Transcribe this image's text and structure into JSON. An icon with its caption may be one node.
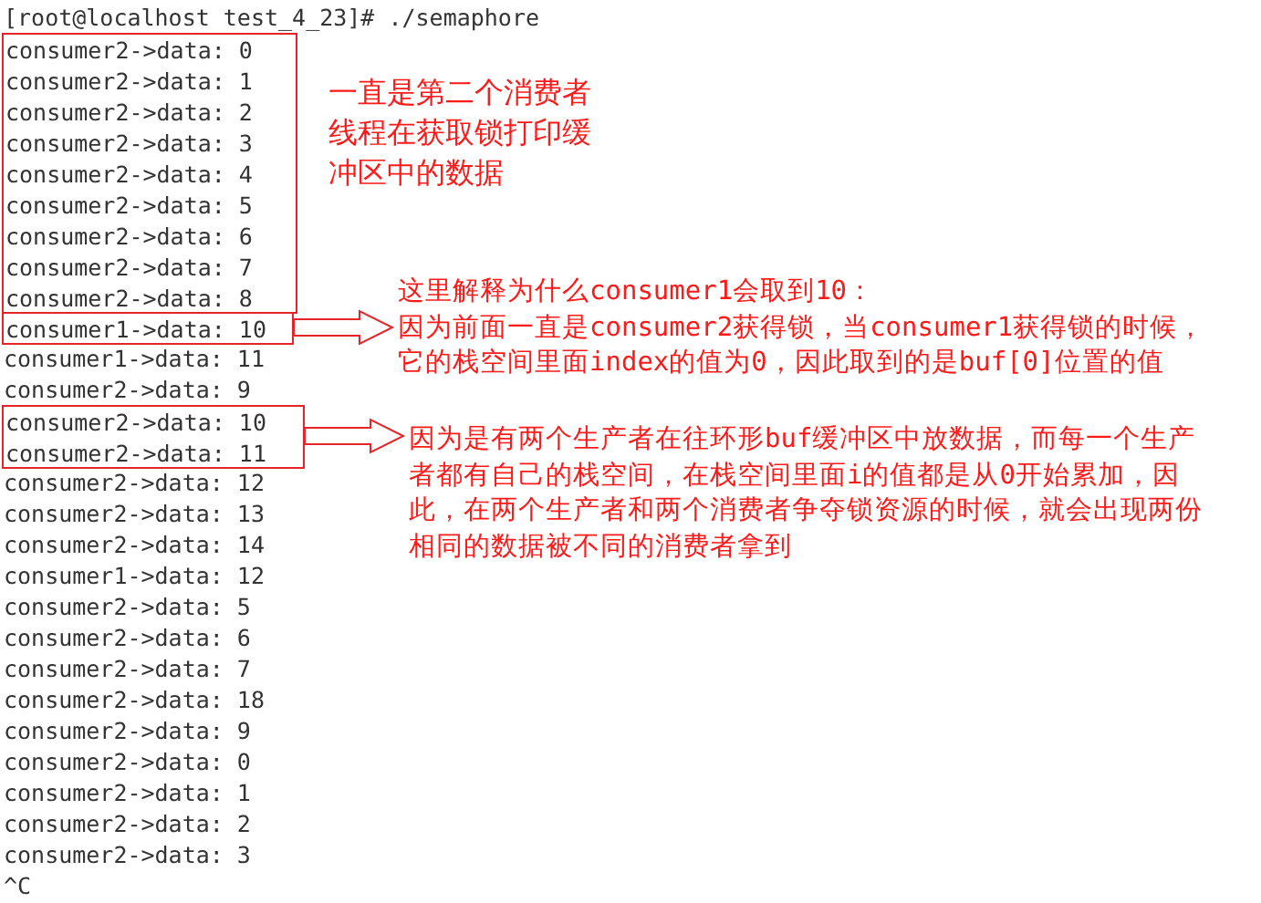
{
  "diagram": {
    "nodes": [
      {
        "text": [
          "consumer2->data: 0",
          "consumer2->data: 1",
          "consumer2->data: 2",
          "consumer2->data: 3",
          "consumer2->data: 4",
          "consumer2->data: 5",
          "consumer2->data: 6",
          "consumer2->data: 7",
          "consumer2->data: 8"
        ]
      },
      {
        "text": [
          "consumer1->data: 10"
        ]
      },
      {
        "text": [
          "这里解释为什么consumer1会取到10：",
          "因为前面一直是consumer2获得锁，当consumer1获得锁的时候，它的栈空间里面index的值为0，因此取到的是buf[0]位置的值"
        ]
      },
      {
        "text": [
          "consumer2->data: 10",
          "consumer2->data: 11"
        ]
      },
      {
        "text": [
          "因为是有两个生产者在往环形buf缓冲区中放数据，而每一个生产者都有自己的栈空间，在栈空间里面i的值都是从0开始累加，因此，在两个生产者和两个消费者争夺锁资源的时候，就会出现两份相同的数据被不同的消费者拿到"
        ]
      }
    ],
    "edges": [
      {
        "from": 1,
        "to": 2,
        "arrow": "to"
      },
      {
        "from": 3,
        "to": 4,
        "arrow": "to"
      }
    ],
    "labels": [
      "[root@localhost test_4_23]# ./semaphore",
      "一直是第二个消费者线程在获取锁打印缓冲区中的数据",
      "consumer1->data: 11",
      "consumer2->data: 9",
      "consumer2->data: 12",
      "consumer2->data: 13",
      "consumer2->data: 14",
      "consumer1->data: 12",
      "consumer2->data: 5",
      "consumer2->data: 6",
      "consumer2->data: 7",
      "consumer2->data: 18",
      "consumer2->data: 9",
      "consumer2->data: 0",
      "consumer2->data: 1",
      "consumer2->data: 2",
      "consumer2->data: 3",
      "^C"
    ]
  }
}
